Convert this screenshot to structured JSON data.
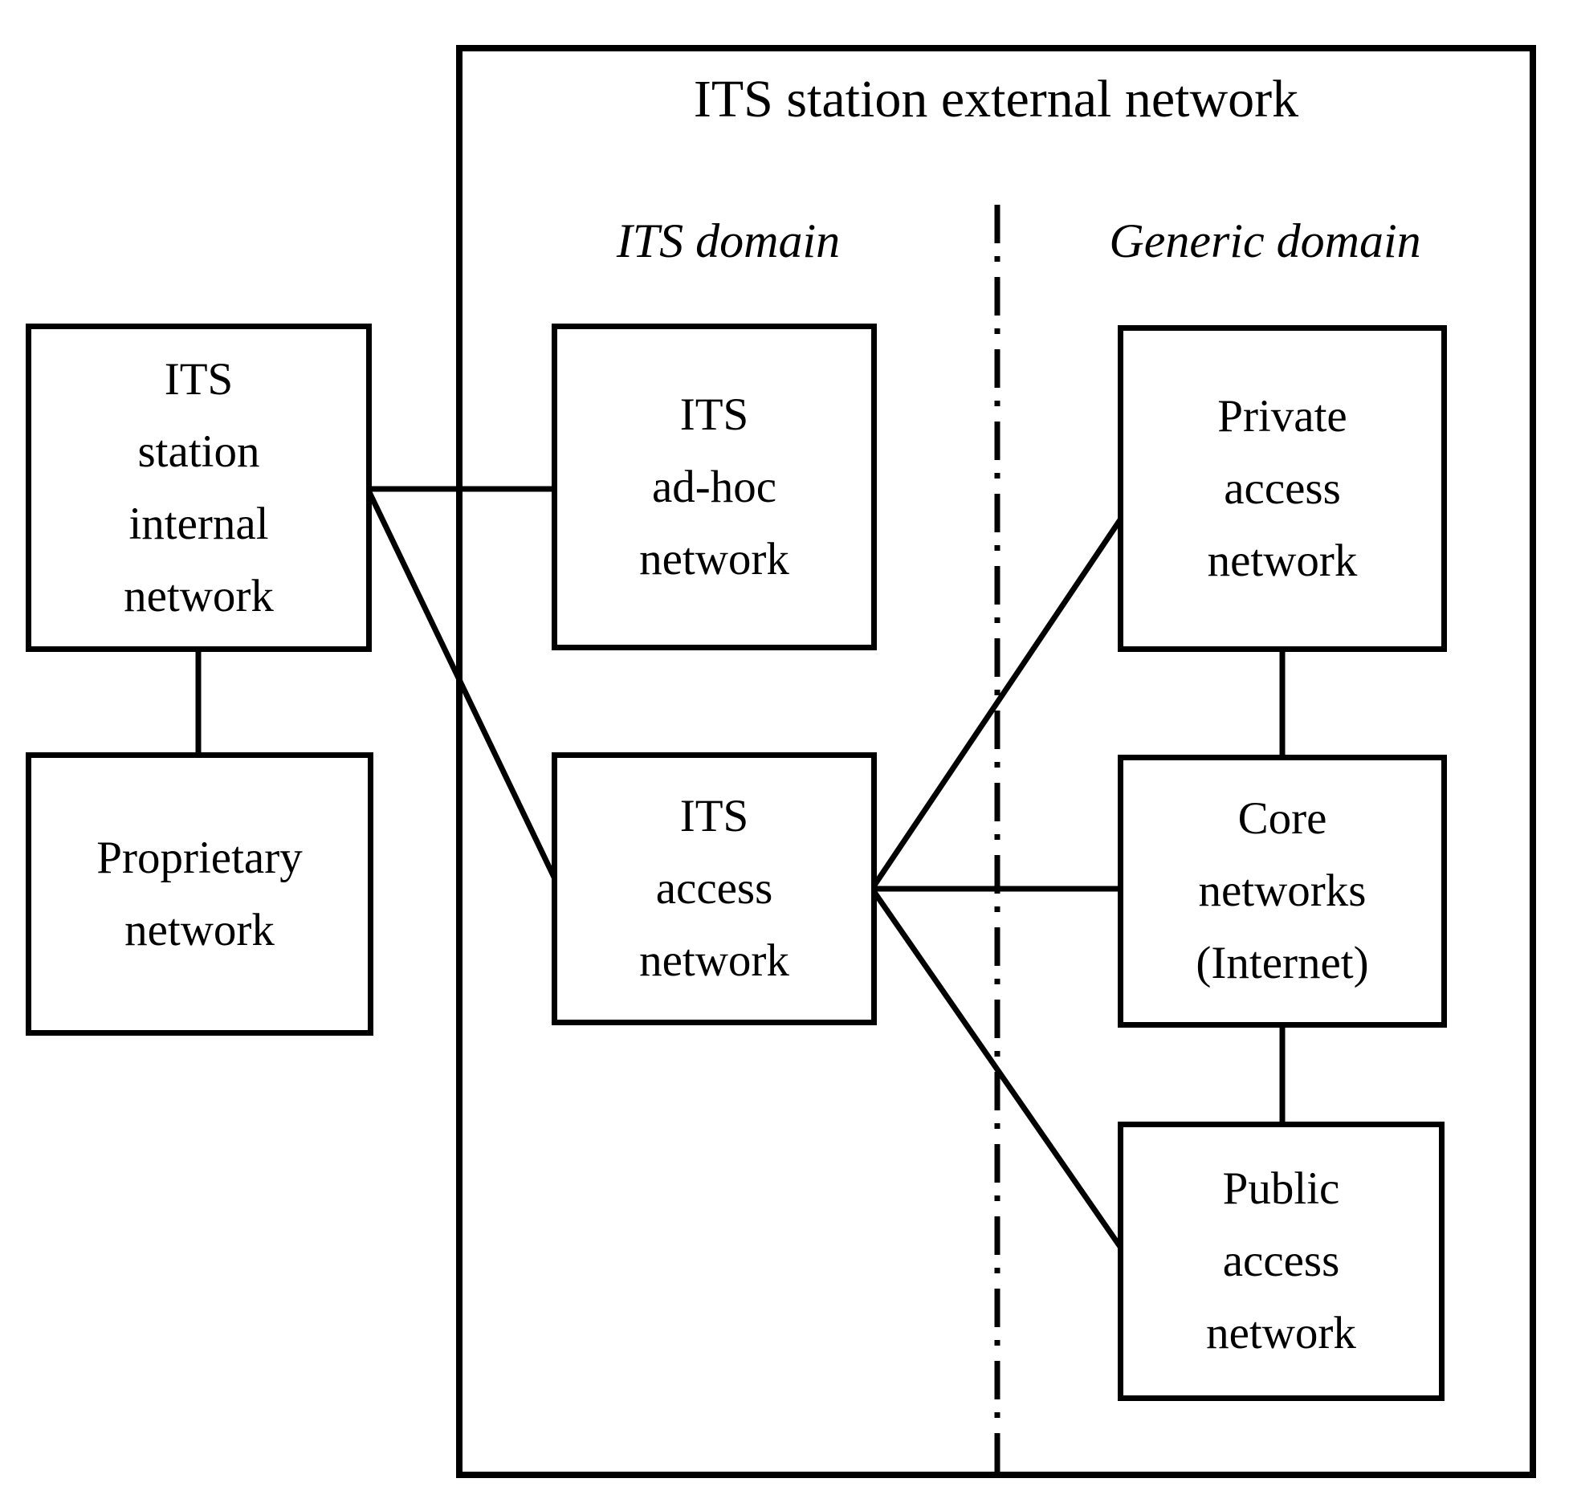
{
  "diagram": {
    "outer_title": "ITS station external network",
    "domains": [
      {
        "id": "its-domain",
        "label": "ITS domain"
      },
      {
        "id": "generic-domain",
        "label": "Generic domain"
      }
    ],
    "nodes": [
      {
        "id": "its-station-internal-network",
        "lines": [
          "ITS",
          "station",
          "internal",
          "network"
        ]
      },
      {
        "id": "proprietary-network",
        "lines": [
          "Proprietary",
          "network"
        ]
      },
      {
        "id": "its-adhoc-network",
        "lines": [
          "ITS",
          "ad-hoc",
          "network"
        ]
      },
      {
        "id": "its-access-network",
        "lines": [
          "ITS",
          "access",
          "network"
        ]
      },
      {
        "id": "private-access-network",
        "lines": [
          "Private",
          "access",
          "network"
        ]
      },
      {
        "id": "core-networks-internet",
        "lines": [
          "Core",
          "networks",
          "(Internet)"
        ]
      },
      {
        "id": "public-access-network",
        "lines": [
          "Public",
          "access",
          "network"
        ]
      }
    ],
    "edges": [
      {
        "from": "its-station-internal-network",
        "to": "its-adhoc-network"
      },
      {
        "from": "its-station-internal-network",
        "to": "its-access-network"
      },
      {
        "from": "its-station-internal-network",
        "to": "proprietary-network"
      },
      {
        "from": "its-access-network",
        "to": "private-access-network"
      },
      {
        "from": "its-access-network",
        "to": "core-networks-internet"
      },
      {
        "from": "its-access-network",
        "to": "public-access-network"
      },
      {
        "from": "private-access-network",
        "to": "core-networks-internet"
      },
      {
        "from": "core-networks-internet",
        "to": "public-access-network"
      }
    ],
    "divider_style": "dash-dot",
    "colors": {
      "line": "#000000",
      "text": "#000000",
      "background": "#ffffff"
    }
  }
}
